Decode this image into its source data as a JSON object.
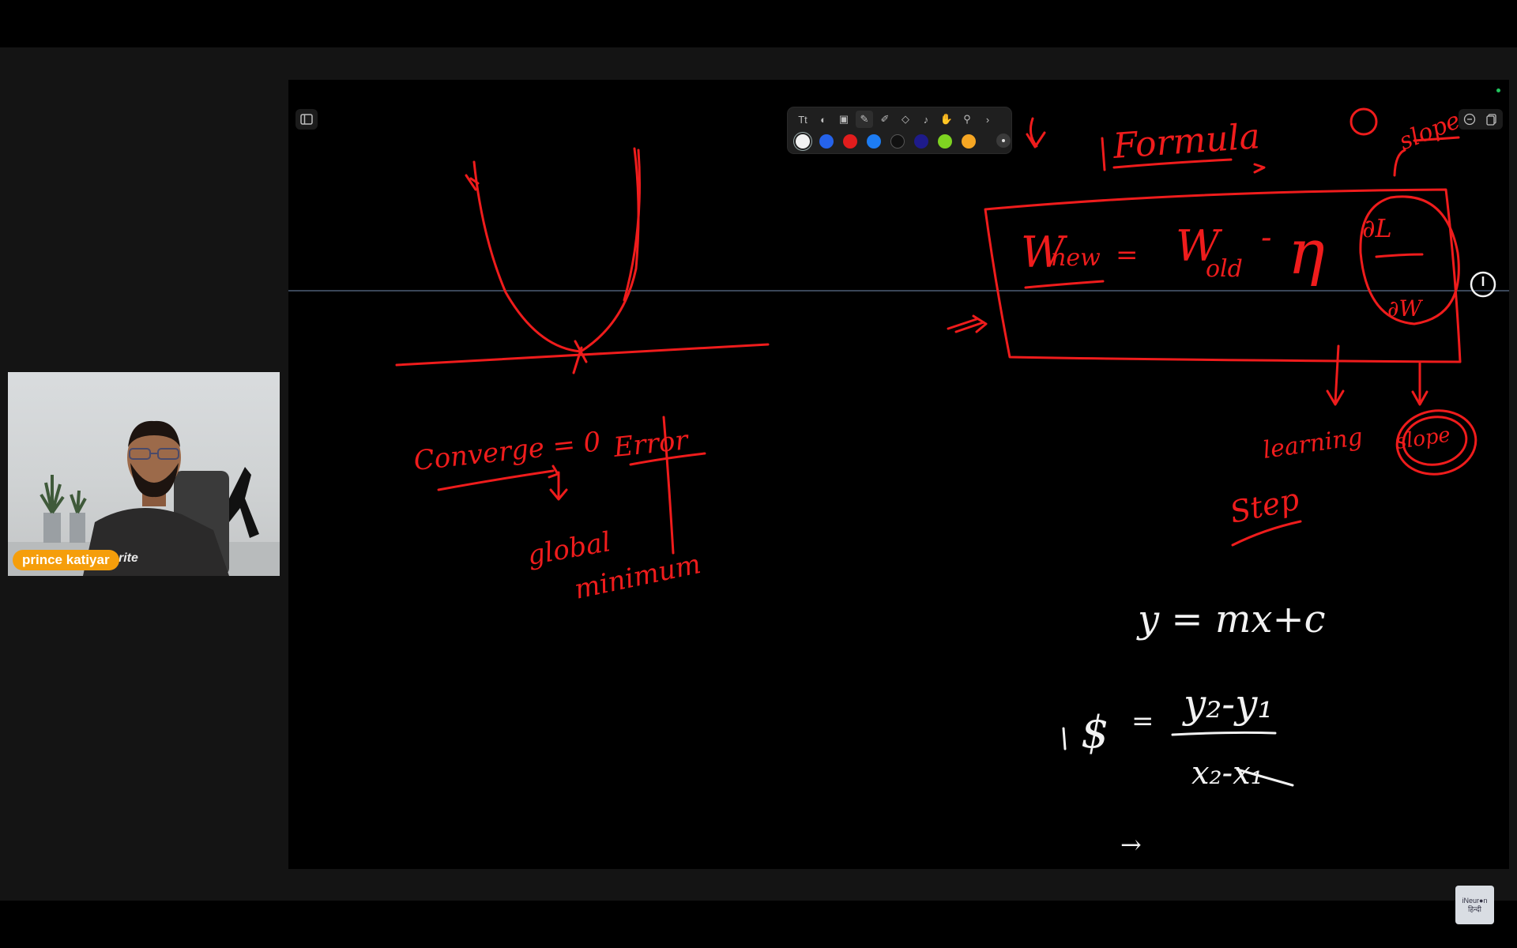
{
  "app": {
    "accent_color": "#f59e0b",
    "ink_red": "#ef1c1c",
    "ink_white": "#f2f2f2"
  },
  "webcam": {
    "presenter_name": "prince katiyar",
    "shirt_text": "rite"
  },
  "toolbar": {
    "tools": [
      {
        "icon": "text-tool-icon",
        "glyph": "Tt"
      },
      {
        "icon": "shape-tool-icon",
        "glyph": "◐"
      },
      {
        "icon": "image-tool-icon",
        "glyph": "▣"
      },
      {
        "icon": "pen-tool-icon",
        "glyph": "✎"
      },
      {
        "icon": "highlighter-tool-icon",
        "glyph": "✐"
      },
      {
        "icon": "eraser-tool-icon",
        "glyph": "◇"
      },
      {
        "icon": "mic-tool-icon",
        "glyph": "♪"
      },
      {
        "icon": "hand-tool-icon",
        "glyph": "✋"
      },
      {
        "icon": "link-tool-icon",
        "glyph": "⚲"
      },
      {
        "icon": "chevron-right-icon",
        "glyph": "›"
      }
    ],
    "colors": [
      "#f2f2f2",
      "#2563eb",
      "#e11d1d",
      "#1d7cf2",
      "#111111",
      "#1e1b8a",
      "#7ed321",
      "#f5a623"
    ]
  },
  "board": {
    "heading": "Formula",
    "formula_lhs": "W",
    "formula_lhs_sub": "new",
    "formula_eq": "=",
    "formula_rhs1": "W",
    "formula_rhs1_sub": "old",
    "formula_minus": "-",
    "formula_eta": "η",
    "formula_partial_top": "∂L",
    "formula_partial_bottom": "∂W",
    "label_slope_top": "slope",
    "label_learning": "learning",
    "label_slope_circle": "slope",
    "label_step": "Step",
    "label_converge": "Converge = 0",
    "label_error": "Error",
    "label_global": "global",
    "label_minimum": "minimum",
    "label_y": "y",
    "line_eq": "y = mx+c",
    "slope_symbol": "$",
    "slope_eq": "=",
    "slope_num": "y₂-y₁",
    "slope_den": "x₂-x₁",
    "arrow_symbol": "→"
  },
  "branding": {
    "logo_line1": "iNeur●n",
    "logo_line2": "हिन्दी"
  }
}
